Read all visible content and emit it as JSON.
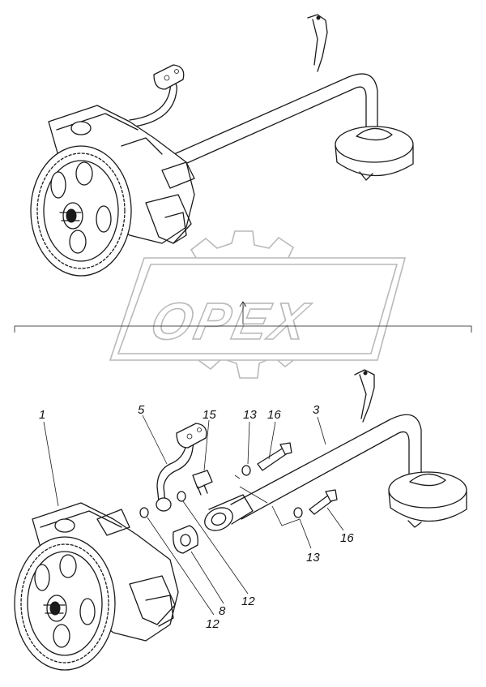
{
  "watermark": {
    "brand": "OPEX"
  },
  "callouts": [
    {
      "id": "c1",
      "label": "1"
    },
    {
      "id": "c5",
      "label": "5"
    },
    {
      "id": "c15",
      "label": "15"
    },
    {
      "id": "c13a",
      "label": "13"
    },
    {
      "id": "c16a",
      "label": "16"
    },
    {
      "id": "c3",
      "label": "3"
    },
    {
      "id": "c16b",
      "label": "16"
    },
    {
      "id": "c13b",
      "label": "13"
    },
    {
      "id": "c12a",
      "label": "12"
    },
    {
      "id": "c8",
      "label": "8"
    },
    {
      "id": "c12b",
      "label": "12"
    }
  ],
  "colors": {
    "ink": "#1a1a1a",
    "watermark": "#b9b9b9",
    "background": "#ffffff"
  }
}
